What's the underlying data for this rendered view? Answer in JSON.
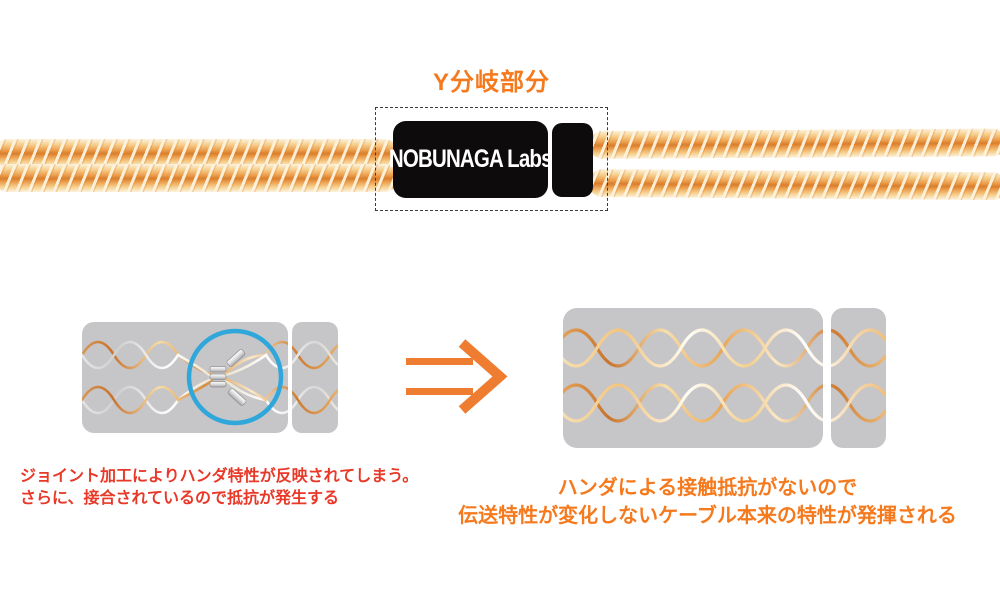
{
  "figure": {
    "title": "Y分岐部分",
    "brand_label": "NOBUNAGA Labs",
    "left_caption": [
      "ジョイント加工によりハンダ特性が反映されてしまう。",
      "さらに、接合されているので抵抗が発生する"
    ],
    "right_caption": [
      "ハンダによる接触抵抗がないので",
      "伝送特性が変化しないケーブル本来の特性が発揮される"
    ],
    "colors": {
      "title_orange": "#F5791D",
      "caption_red": "#E83828",
      "caption_orange": "#F5791D",
      "arrow_orange": "#EF7D31",
      "highlight_blue": "#2FA7DA",
      "panel_gray": "#C6C5C7",
      "rope_copper": "#D97E2C",
      "rope_cream": "#FCF3DE",
      "splitter_black": "#0D0B0B",
      "brand_text_white": "#FFFFFF"
    }
  }
}
